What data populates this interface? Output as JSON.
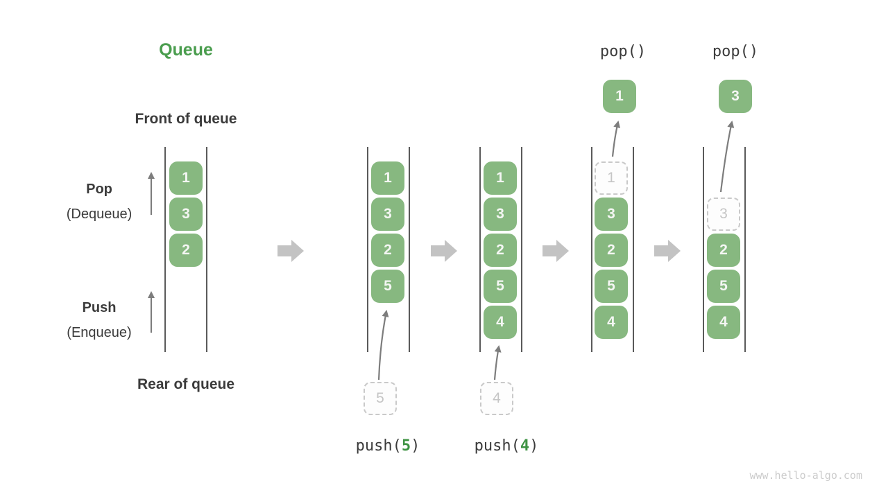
{
  "title": "Queue",
  "labels": {
    "front_of_queue": "Front of queue",
    "rear_of_queue": "Rear of queue",
    "pop": "Pop",
    "pop_sub": "(Dequeue)",
    "push": "Push",
    "push_sub": "(Enqueue)"
  },
  "queues": [
    {
      "cells": [
        "1",
        "3",
        "2"
      ]
    },
    {
      "cells": [
        "1",
        "3",
        "2",
        "5"
      ],
      "pending": "5"
    },
    {
      "cells": [
        "1",
        "3",
        "2",
        "5",
        "4"
      ],
      "pending": "4"
    },
    {
      "ghost": "1",
      "cells": [
        "3",
        "2",
        "5",
        "4"
      ],
      "popped": "1"
    },
    {
      "ghost": "3",
      "cells": [
        "2",
        "5",
        "4"
      ],
      "popped": "3"
    }
  ],
  "ops": {
    "push5_pre": "push(",
    "push5_arg": "5",
    "push5_post": ")",
    "push4_pre": "push(",
    "push4_arg": "4",
    "push4_post": ")",
    "pop_left": "pop()",
    "pop_right": "pop()"
  },
  "watermark": "www.hello-algo.com",
  "colors": {
    "bg": "#ffffff",
    "green_box": "#87b880",
    "cell_text": "#f4f6f3",
    "title_green": "#4a9d4e",
    "arg_green": "#3e9343",
    "ink": "#3b3b3b",
    "rail": "#5a5a5a",
    "arrow_thin": "#7d7d7d",
    "arrow_block": "#c3c3c3",
    "dashed_border": "#c9c9c9",
    "dashed_text": "#c5c5c5",
    "watermark": "#cbcbcb"
  }
}
